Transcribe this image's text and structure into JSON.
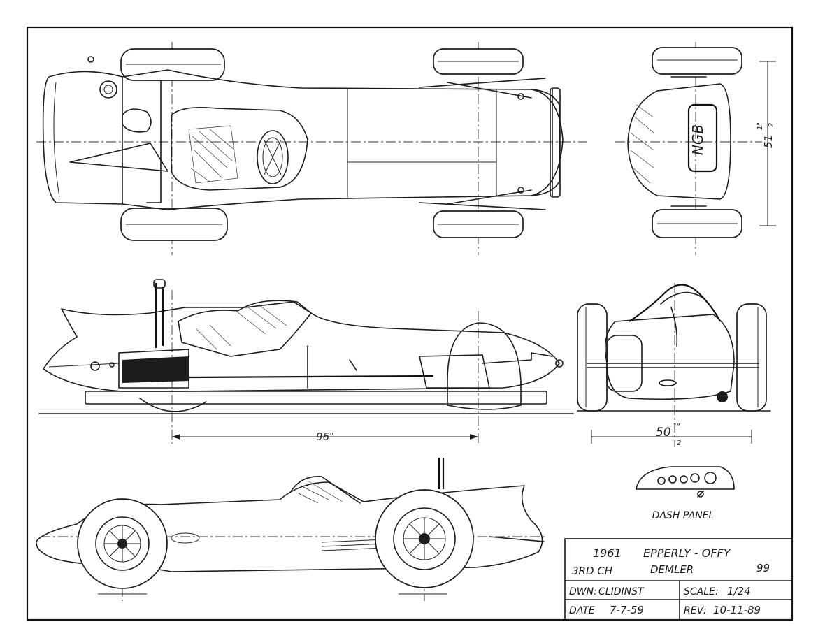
{
  "views": {
    "plan_label": "",
    "front_label": "",
    "side_label": ""
  },
  "dimensions": {
    "wheelbase": "96\"",
    "track_width_main": "50",
    "track_width_fraction_num": "1\"",
    "track_width_fraction_den": "2",
    "overall_width_main": "51",
    "overall_width_fraction_num": "1\"",
    "overall_width_fraction_den": "2"
  },
  "dash_panel": {
    "label": "DASH PANEL"
  },
  "title_block": {
    "year": "1961",
    "car": "EPPERLY - OFFY",
    "finish": "3RD CH",
    "driver": "DEMLER",
    "number": "99",
    "drawn_label": "DWN:",
    "drawn_value": "CLIDINST",
    "scale_label": "SCALE:",
    "scale_value": "1/24",
    "date_label": "DATE",
    "date_value": "7-7-59",
    "rev_label": "REV:",
    "rev_value": "10-11-89"
  },
  "plate": {
    "text": "NGB"
  }
}
